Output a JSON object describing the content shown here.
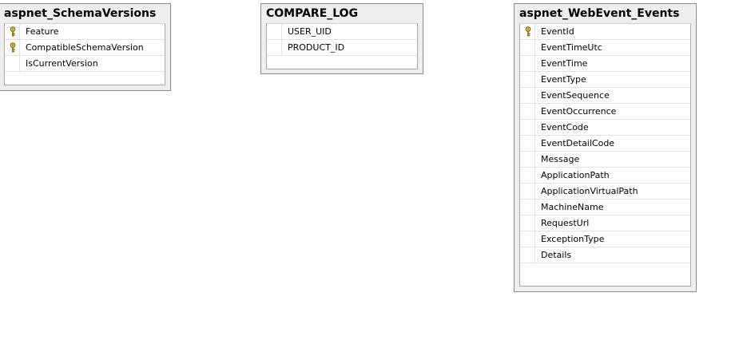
{
  "tables": [
    {
      "name": "aspnet_SchemaVersions",
      "columns": [
        {
          "name": "Feature",
          "primary_key": true
        },
        {
          "name": "CompatibleSchemaVersion",
          "primary_key": true
        },
        {
          "name": "IsCurrentVersion",
          "primary_key": false
        }
      ]
    },
    {
      "name": "COMPARE_LOG",
      "columns": [
        {
          "name": "USER_UID",
          "primary_key": false
        },
        {
          "name": "PRODUCT_ID",
          "primary_key": false
        }
      ]
    },
    {
      "name": "aspnet_WebEvent_Events",
      "columns": [
        {
          "name": "EventId",
          "primary_key": true
        },
        {
          "name": "EventTimeUtc",
          "primary_key": false
        },
        {
          "name": "EventTime",
          "primary_key": false
        },
        {
          "name": "EventType",
          "primary_key": false
        },
        {
          "name": "EventSequence",
          "primary_key": false
        },
        {
          "name": "EventOccurrence",
          "primary_key": false
        },
        {
          "name": "EventCode",
          "primary_key": false
        },
        {
          "name": "EventDetailCode",
          "primary_key": false
        },
        {
          "name": "Message",
          "primary_key": false
        },
        {
          "name": "ApplicationPath",
          "primary_key": false
        },
        {
          "name": "ApplicationVirtualPath",
          "primary_key": false
        },
        {
          "name": "MachineName",
          "primary_key": false
        },
        {
          "name": "RequestUrl",
          "primary_key": false
        },
        {
          "name": "ExceptionType",
          "primary_key": false
        },
        {
          "name": "Details",
          "primary_key": false
        }
      ]
    }
  ]
}
